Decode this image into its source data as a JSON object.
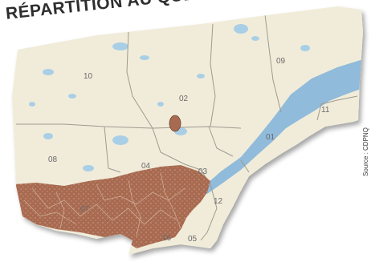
{
  "title": "RÉPARTITION AU QUÉ",
  "source_credit": "Source : CDPNQ",
  "colors": {
    "land": "#f1ecda",
    "water": "#a9cfe6",
    "river": "#7fb3d9",
    "borders": "#9d9a8e",
    "distribution": "#a86a50",
    "distribution_outline": "#6b4a34"
  },
  "regions": [
    {
      "id": "01",
      "label": "01"
    },
    {
      "id": "02",
      "label": "02"
    },
    {
      "id": "03",
      "label": "03"
    },
    {
      "id": "04",
      "label": "04"
    },
    {
      "id": "05",
      "label": "05"
    },
    {
      "id": "07",
      "label": "07"
    },
    {
      "id": "08",
      "label": "08"
    },
    {
      "id": "09",
      "label": "09"
    },
    {
      "id": "10",
      "label": "10"
    },
    {
      "id": "11",
      "label": "11"
    },
    {
      "id": "12",
      "label": "12"
    },
    {
      "id": "16",
      "label": "16"
    }
  ]
}
